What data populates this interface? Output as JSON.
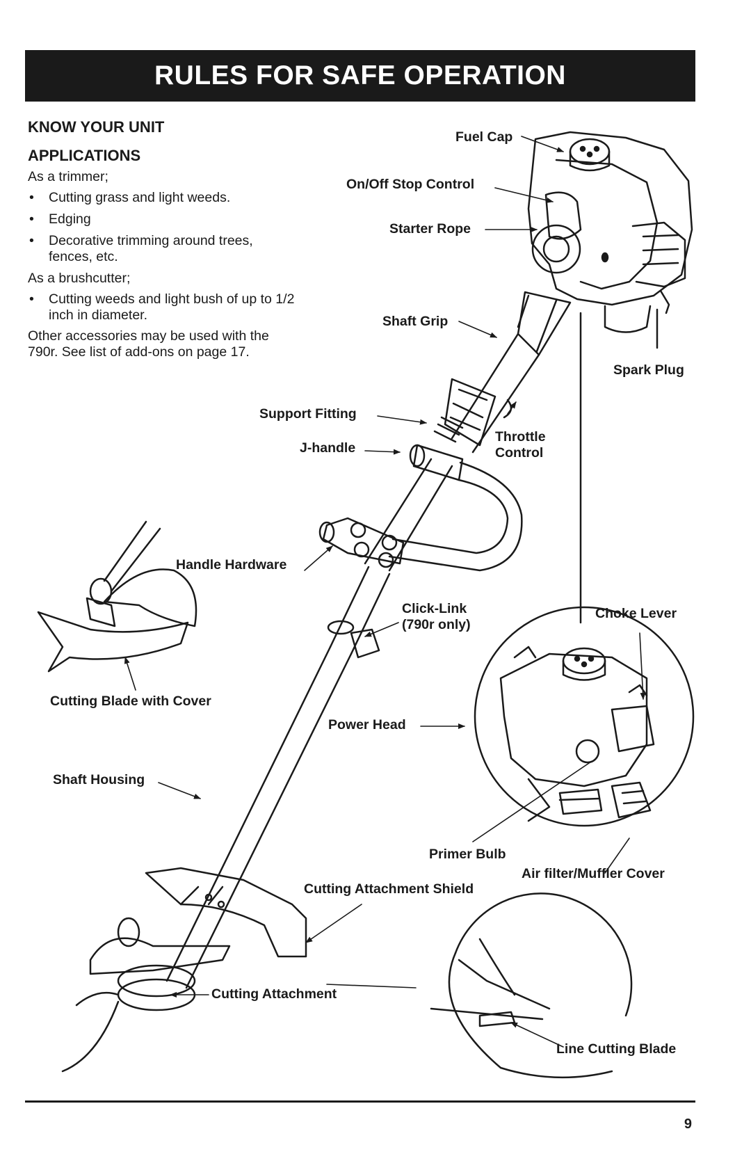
{
  "header": {
    "title": "RULES FOR SAFE OPERATION"
  },
  "left_text": {
    "know_heading": "KNOW YOUR UNIT",
    "applications_heading": "APPLICATIONS",
    "trimmer_intro": "As a trimmer;",
    "trimmer_items": [
      "Cutting grass and light weeds.",
      "Edging",
      "Decorative trimming around trees, fences, etc."
    ],
    "brush_intro": "As a brushcutter;",
    "brush_items": [
      "Cutting weeds and light bush of up to 1/2 inch in diameter."
    ],
    "other_note": "Other accessories may be used with the 790r. See list of add-ons on page 17.",
    "bullet_char": "•"
  },
  "callouts": {
    "fuel_cap": "Fuel Cap",
    "on_off": "On/Off Stop Control",
    "starter_rope": "Starter Rope",
    "shaft_grip": "Shaft Grip",
    "spark_plug": "Spark Plug",
    "support_fitting": "Support Fitting",
    "throttle_control": "Throttle\nControl",
    "j_handle": "J-handle",
    "handle_hardware": "Handle Hardware",
    "click_link": "Click-Link\n(790r only)",
    "choke_lever": "Choke Lever",
    "cutting_blade_cover": "Cutting Blade with Cover",
    "power_head": "Power Head",
    "shaft_housing": "Shaft Housing",
    "primer_bulb": "Primer Bulb",
    "air_filter": "Air filter/Muffler Cover",
    "cutting_shield": "Cutting Attachment Shield",
    "cutting_attachment": "Cutting Attachment",
    "line_cutting_blade": "Line Cutting Blade"
  },
  "footer": {
    "page_number": "9"
  }
}
